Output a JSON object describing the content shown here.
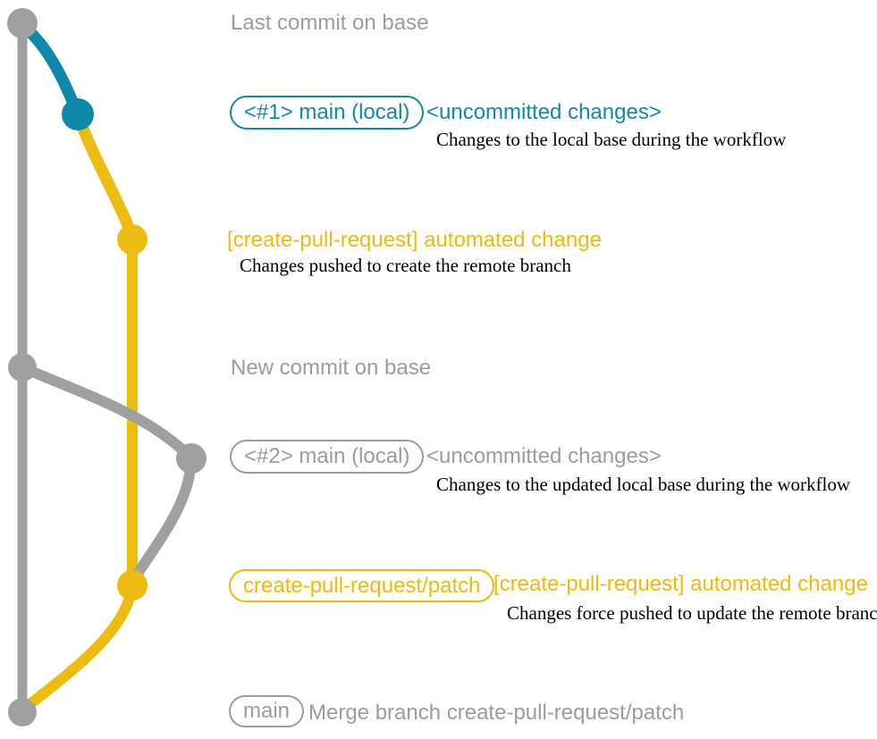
{
  "colors": {
    "gray": "#a0a0a0",
    "gray_text": "#9c9c9c",
    "blue": "#1088ae",
    "yellow": "#edbc10",
    "yellow_text": "#f2b80c",
    "ink": "#000000"
  },
  "annotations": {
    "last_commit": "Last commit on base",
    "new_commit": "New commit on base"
  },
  "row1": {
    "badge": "<#1> main (local)",
    "status": "<uncommitted changes>",
    "description": "Changes to the local base during the workflow"
  },
  "row2": {
    "title": "[create-pull-request] automated change",
    "description": "Changes pushed to create the remote branch"
  },
  "row3": {
    "badge": "<#2> main (local)",
    "status": "<uncommitted changes>",
    "description": "Changes to the updated local base during the workflow"
  },
  "row4": {
    "badge": "create-pull-request/patch",
    "title": "[create-pull-request] automated change",
    "description": "Changes force pushed to update the remote branch"
  },
  "row5": {
    "badge": "main",
    "message": "Merge branch create-pull-request/patch"
  }
}
